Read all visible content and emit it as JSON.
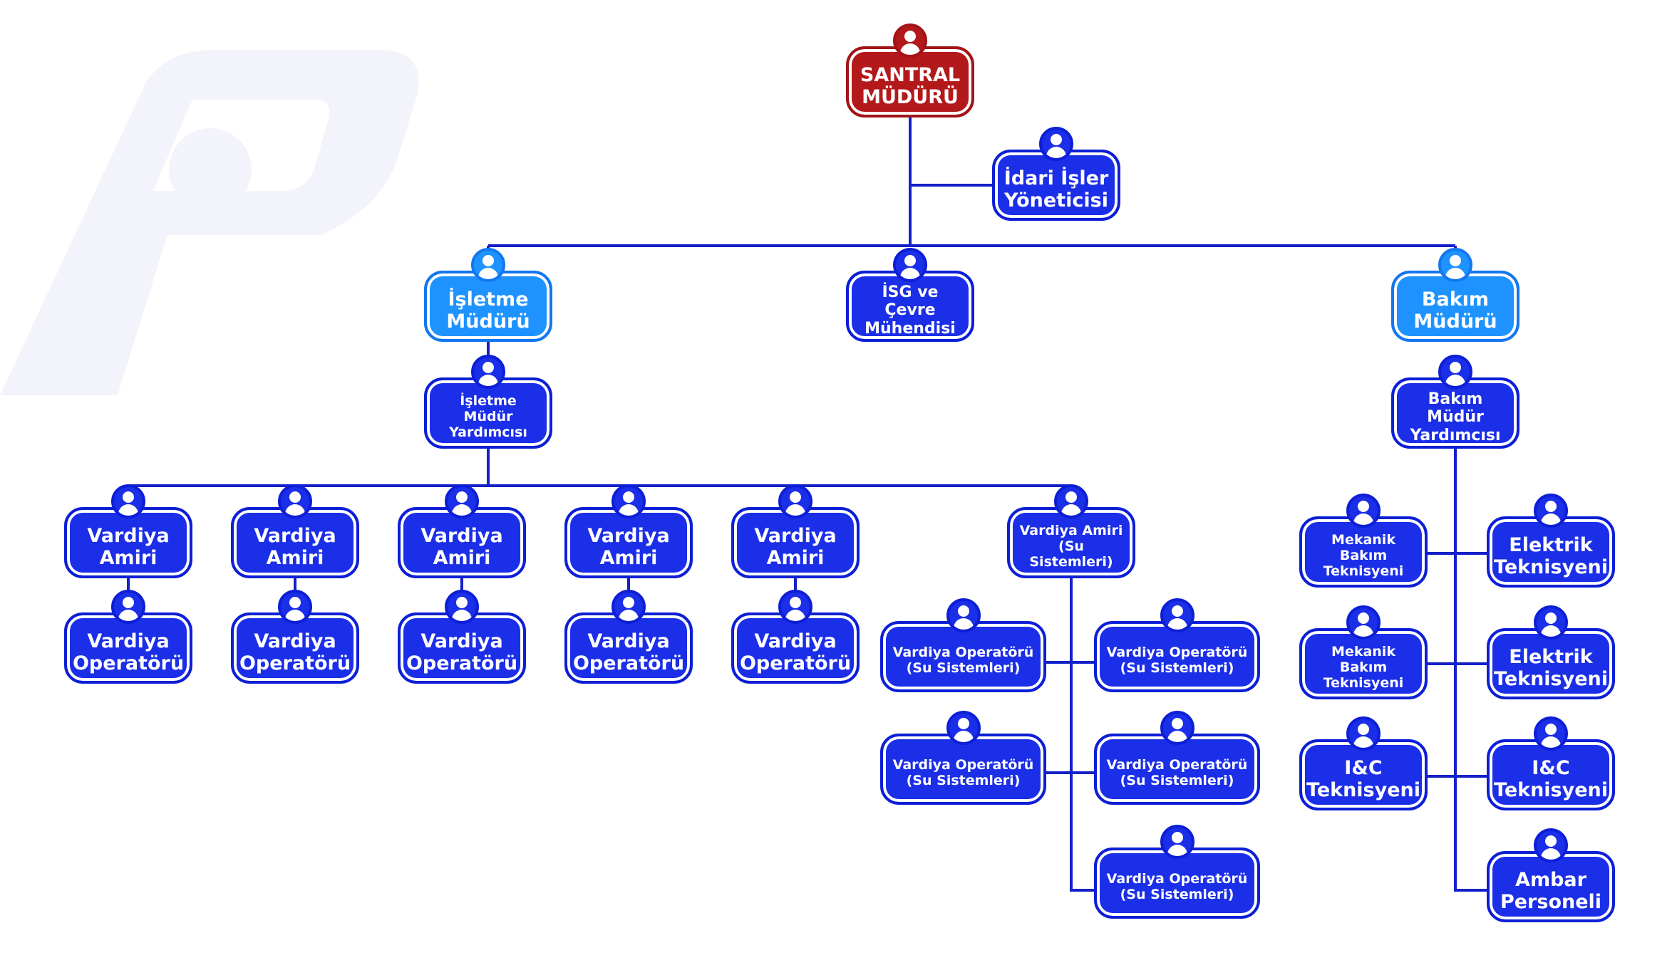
{
  "colors": {
    "root": "#b3191b",
    "manager": "#1e93ff",
    "node": "#1b2ee8",
    "line": "#1420c8"
  },
  "nodes": {
    "santral_muduru": "SANTRAL MÜDÜRÜ",
    "idari_isler": "İdari İşler Yöneticisi",
    "isletme_muduru": "İşletme Müdürü",
    "isg_cevre": "İSG ve Çevre Mühendisi",
    "bakim_muduru": "Bakım Müdürü",
    "isletme_yardimcisi": "İşletme Müdür Yardımcısı",
    "bakim_yardimcisi": "Bakım Müdür Yardımcısı",
    "vardiya_amiri": "Vardiya Amiri",
    "vardiya_operatoru": "Vardiya Operatörü",
    "vardiya_amiri_su": "Vardiya Amiri (Su Sistemleri)",
    "vardiya_operatoru_su": "Vardiya Operatörü (Su Sistemleri)",
    "mekanik_bakim": "Mekanik Bakım Teknisyeni",
    "elektrik": "Elektrik Teknisyeni",
    "ic_teknisyeni": "I&C Teknisyeni",
    "ambar": "Ambar Personeli"
  }
}
